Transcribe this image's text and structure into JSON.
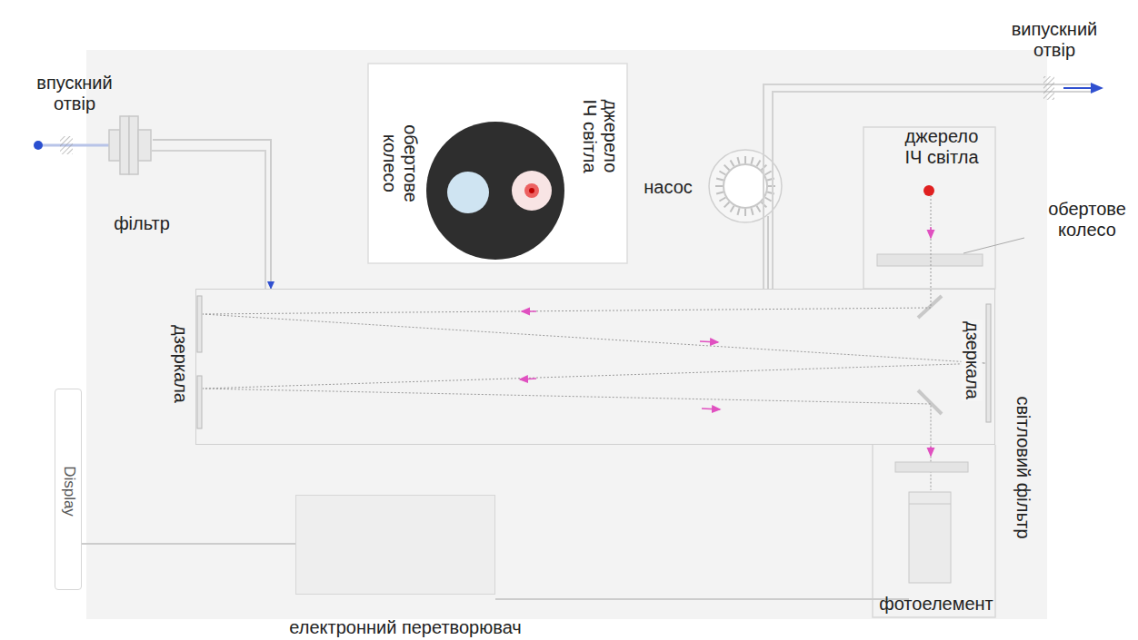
{
  "diagram": {
    "nodes": [
      {
        "text": [
          "джерело ІЧ світла",
          "обертове колесо"
        ]
      },
      {
        "text": [
          "фільтр"
        ]
      },
      {
        "text": [
          "насос"
        ]
      },
      {
        "text": [
          "дзеркала",
          "дзеркала"
        ]
      },
      {
        "text": [
          "Display"
        ]
      },
      {
        "text": [
          "електронний перетворювач"
        ]
      },
      {
        "text": [
          "фотоелемент"
        ]
      }
    ],
    "edges": [
      {
        "from": 1,
        "to": 3,
        "arrow": "to"
      },
      {
        "from": 3,
        "to": 2,
        "arrow": "none"
      },
      {
        "from": 4,
        "to": 5,
        "arrow": "none"
      },
      {
        "from": 5,
        "to": 6,
        "arrow": "none"
      }
    ],
    "labels": [
      "впускний отвір",
      "випускний отвір",
      "джерело ІЧ світла",
      "обертове колесо",
      "світловий фільтр"
    ]
  }
}
